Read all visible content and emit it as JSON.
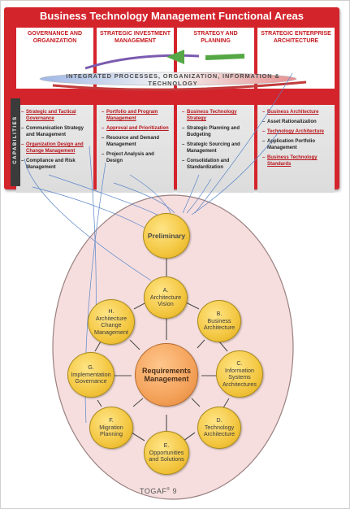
{
  "title": "Business Technology Management Functional Areas",
  "columns": [
    {
      "heading": "GOVERNANCE AND ORGANIZATION",
      "items": [
        {
          "text": "Strategic and Tactical Governance",
          "highlight": true
        },
        {
          "text": "Communication Strategy and Management",
          "highlight": false
        },
        {
          "text": "Organization Design and Change Management",
          "highlight": true
        },
        {
          "text": "Compliance and Risk Management",
          "highlight": false
        }
      ]
    },
    {
      "heading": "STRATEGIC INVESTMENT MANAGEMENT",
      "items": [
        {
          "text": "Portfolio and Program Management",
          "highlight": true
        },
        {
          "text": "Approval and Prioritization",
          "highlight": true
        },
        {
          "text": "Resource and Demand Management",
          "highlight": false
        },
        {
          "text": "Project Analysis and Design",
          "highlight": false
        }
      ]
    },
    {
      "heading": "STRATEGY AND PLANNING",
      "items": [
        {
          "text": "Business Technology Strategy",
          "highlight": true
        },
        {
          "text": "Strategic Planning and Budgeting",
          "highlight": false
        },
        {
          "text": "Strategic Sourcing and Management",
          "highlight": false
        },
        {
          "text": "Consolidation and Standardization",
          "highlight": false
        }
      ]
    },
    {
      "heading": "STRATEGIC ENTERPRISE ARCHITECTURE",
      "items": [
        {
          "text": "Business Architecture",
          "highlight": true
        },
        {
          "text": "Asset Rationalization",
          "highlight": false
        },
        {
          "text": "Technology Architecture",
          "highlight": true
        },
        {
          "text": "Application Portfolio Management",
          "highlight": false
        },
        {
          "text": "Business Technology Standards",
          "highlight": true
        }
      ]
    }
  ],
  "band_label": "INTEGRATED PROCESSES, ORGANIZATION, INFORMATION & TECHNOLOGY",
  "capabilities_label": "CAPABILITIES",
  "cycle": {
    "preliminary": "Preliminary",
    "center": "Requirements Management",
    "phases": {
      "a": {
        "letter": "A.",
        "name": "Architecture Vision"
      },
      "b": {
        "letter": "B.",
        "name": "Business Architecture"
      },
      "c": {
        "letter": "C.",
        "name": "Information Systems Architectures"
      },
      "d": {
        "letter": "D.",
        "name": "Technology Architecture"
      },
      "e": {
        "letter": "E.",
        "name": "Opportunities and Solutions"
      },
      "f": {
        "letter": "F.",
        "name": "Migration Planning"
      },
      "g": {
        "letter": "G.",
        "name": "Implementation Governance"
      },
      "h": {
        "letter": "H.",
        "name": "Architecture Change Management"
      }
    }
  },
  "footer": {
    "brand": "TOGAF",
    "mark": "®",
    "version": "9"
  },
  "colors": {
    "panel_red": "#d4242b",
    "node_yellow": "#f3c640",
    "center_orange": "#f4a25a",
    "ellipse_fill": "#f6dede",
    "connector_blue": "#5a86c8"
  }
}
